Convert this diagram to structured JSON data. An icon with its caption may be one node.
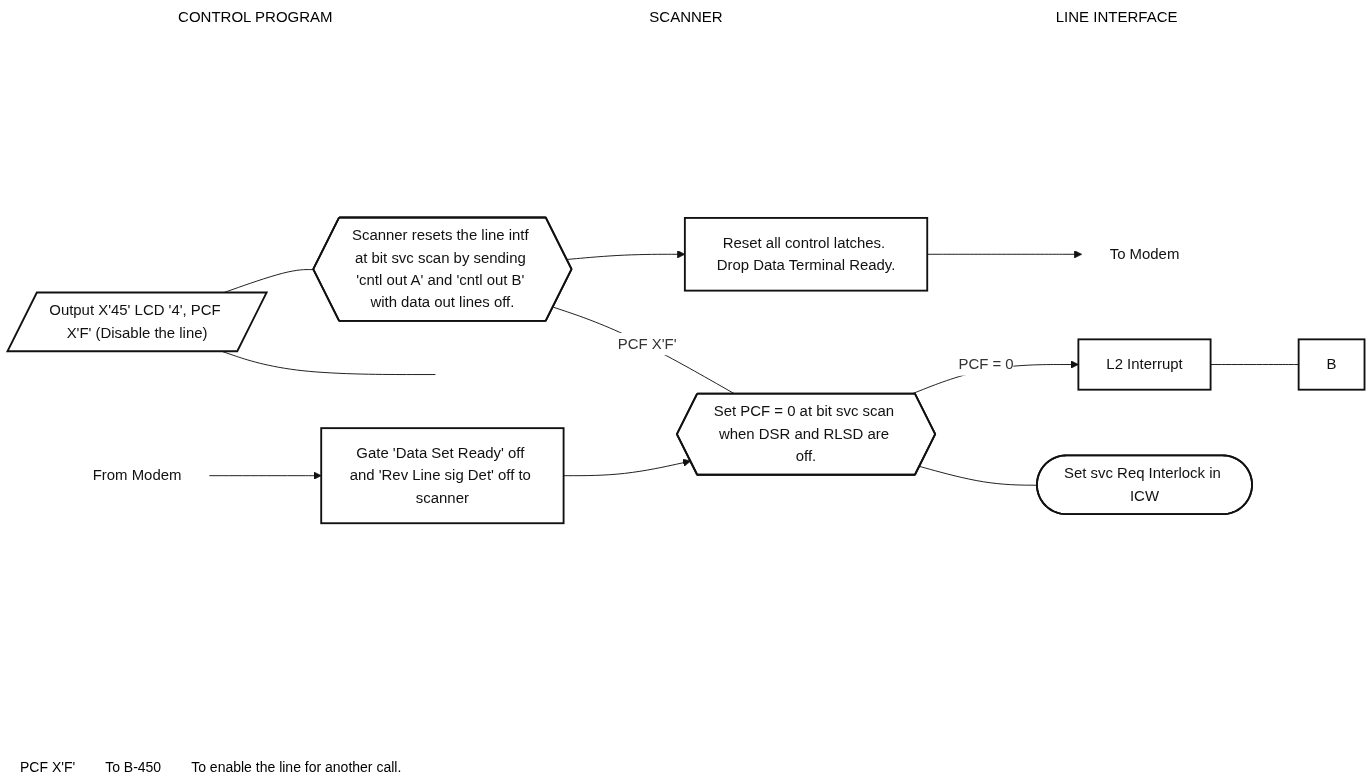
{
  "diagram": {
    "nodes": [
      {
        "text": [
          "Output X'45' LCD '4', PCF X'F' (Disable the line)"
        ]
      },
      {
        "text": [
          "Scanner resets the line intf at bit svc scan by sending 'cntl out A' and 'cntl out B' with data out lines off."
        ]
      },
      {
        "text": [
          "Reset all control latches. Drop Data Terminal Ready."
        ]
      },
      {
        "text": [
          "To Modem"
        ]
      },
      {
        "text": [
          "Set PCF = 0 at bit svc scan when DSR and RLSD are off."
        ]
      },
      {
        "text": [
          "Gate 'Data Set Ready' off and 'Rev Line sig Det' off to scanner"
        ]
      },
      {
        "text": [
          "From Modem"
        ]
      },
      {
        "text": [
          "L2 Interrupt"
        ]
      },
      {
        "text": [
          "Set svc Req Interlock in ICW"
        ]
      },
      {
        "text": [
          "B"
        ]
      }
    ],
    "edges": [
      {
        "from": 0,
        "to": 1,
        "arrow": "none"
      },
      {
        "from": 1,
        "to": 2,
        "arrow": "to"
      },
      {
        "from": 2,
        "to": 3,
        "arrow": "to"
      },
      {
        "from": 1,
        "to": 4,
        "arrow": "none",
        "label": "PCF X'F'"
      },
      {
        "from": 6,
        "to": 5,
        "arrow": "to"
      },
      {
        "from": 5,
        "to": 4,
        "arrow": "to"
      },
      {
        "from": 4,
        "to": 7,
        "arrow": "to",
        "label": "PCF = 0"
      },
      {
        "from": 4,
        "to": 8,
        "arrow": "none"
      },
      {
        "from": 7,
        "to": 9,
        "arrow": "none"
      },
      {
        "from": 0,
        "to": null,
        "arrow": "none"
      }
    ],
    "labels": [
      "CONTROL PROGRAM",
      "SCANNER",
      "LINE INTERFACE",
      "PCF X'F'",
      "To B-450",
      "To enable the line for another call."
    ]
  }
}
